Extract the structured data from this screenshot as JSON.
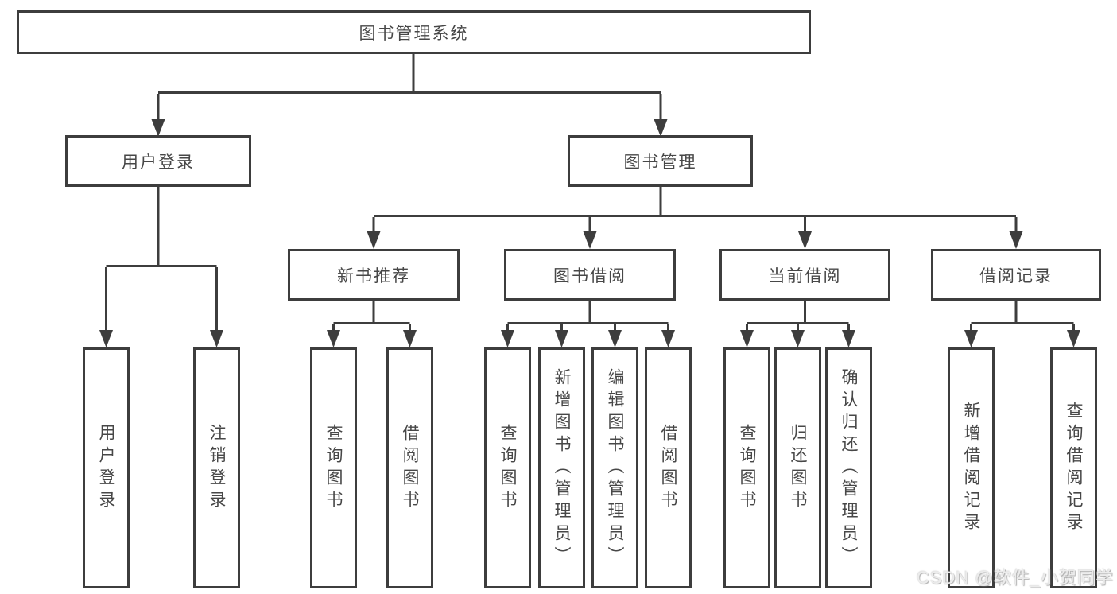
{
  "diagram": {
    "root": {
      "label": "图书管理系统"
    },
    "branches": [
      {
        "label": "用户登录",
        "leaves": [
          {
            "label": "用户登录"
          },
          {
            "label": "注销登录"
          }
        ]
      },
      {
        "label": "图书管理",
        "groups": [
          {
            "label": "新书推荐",
            "leaves": [
              {
                "label": "查询图书"
              },
              {
                "label": "借阅图书"
              }
            ]
          },
          {
            "label": "图书借阅",
            "leaves": [
              {
                "label": "查询图书"
              },
              {
                "label": "新增图书（管理员）"
              },
              {
                "label": "编辑图书（管理员）"
              },
              {
                "label": "借阅图书"
              }
            ]
          },
          {
            "label": "当前借阅",
            "leaves": [
              {
                "label": "查询图书"
              },
              {
                "label": "归还图书"
              },
              {
                "label": "确认归还（管理员）"
              }
            ]
          },
          {
            "label": "借阅记录",
            "leaves": [
              {
                "label": "新增借阅记录"
              },
              {
                "label": "查询借阅记录"
              }
            ]
          }
        ]
      }
    ]
  },
  "watermark": {
    "text": "CSDN @软件_小贺同学"
  },
  "colors": {
    "line": "#3d3d3d",
    "box_border": "#3d3d3d",
    "text": "#474747",
    "background": "#ffffff",
    "watermark": "#ececec"
  }
}
